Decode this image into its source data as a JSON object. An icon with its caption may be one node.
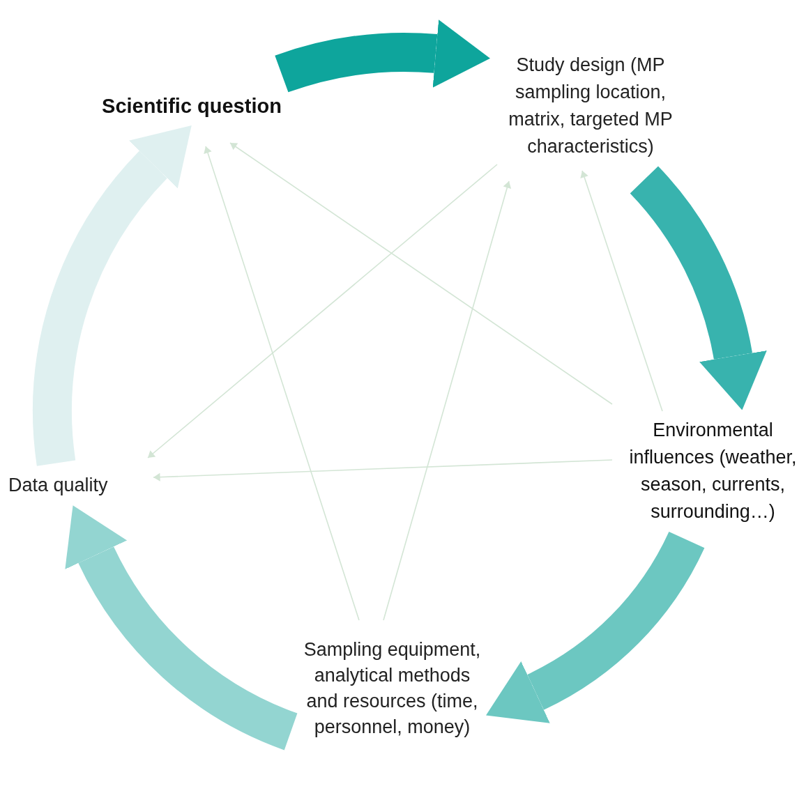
{
  "diagram": {
    "nodes": [
      {
        "text": [
          "Scientific question"
        ]
      },
      {
        "text": [
          "Study design (MP sampling location, matrix, targeted MP characteristics)"
        ]
      },
      {
        "text": [
          "Environmental influences (weather, season, currents, surrounding…)"
        ]
      },
      {
        "text": [
          "Sampling equipment, analytical methods and resources (time, personnel, money)"
        ]
      },
      {
        "text": [
          "Data quality"
        ]
      }
    ],
    "edges": [
      {
        "from": 0,
        "to": 1,
        "arrow": "to",
        "style": "thick",
        "color": "#0ea59c"
      },
      {
        "from": 1,
        "to": 2,
        "arrow": "to",
        "style": "thick",
        "color": "#38b3ae"
      },
      {
        "from": 2,
        "to": 3,
        "arrow": "to",
        "style": "thick",
        "color": "#6cc7c1"
      },
      {
        "from": 3,
        "to": 4,
        "arrow": "to",
        "style": "thick",
        "color": "#93d5d1"
      },
      {
        "from": 4,
        "to": 0,
        "arrow": "to",
        "style": "thick",
        "color": "#dff0f0"
      },
      {
        "from": 1,
        "to": 4,
        "arrow": "to"
      },
      {
        "from": 2,
        "to": 0,
        "arrow": "to"
      },
      {
        "from": 2,
        "to": 4,
        "arrow": "to"
      },
      {
        "from": 2,
        "to": 1,
        "arrow": "to"
      },
      {
        "from": 3,
        "to": 0,
        "arrow": "to"
      },
      {
        "from": 3,
        "to": 1,
        "arrow": "to"
      }
    ]
  }
}
